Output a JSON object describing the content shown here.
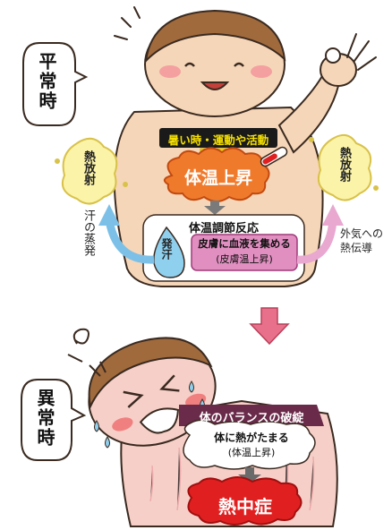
{
  "normal": {
    "state_label": "平常時",
    "trigger": "暑い時・運動や活動",
    "result": "体温上昇",
    "regulation_title": "体温調節反応",
    "sweat": "発汗",
    "skin_blood_line1": "皮膚に血液を集める",
    "skin_blood_line2": "(皮膚温上昇)",
    "heat_radiation_left": "熱放射",
    "heat_radiation_right": "熱放射",
    "evaporation": "汗の蒸発",
    "conduction_line1": "外気への",
    "conduction_line2": "熱伝導"
  },
  "abnormal": {
    "state_label": "異常時",
    "imbalance": "体のバランスの破綻",
    "heat_buildup_line1": "体に熱がたまる",
    "heat_buildup_line2": "(体温上昇)",
    "outcome": "熱中症"
  },
  "colors": {
    "skin": "#f6d6b8",
    "hair": "#a06a3c",
    "arrow_yellow": "#f7e100",
    "fire_orange": "#f07a2c",
    "sweat_blue": "#8fd0ee",
    "pink_box": "#e08fc0",
    "dark_purple": "#6a2a4a",
    "heatstroke_red": "#e02020",
    "pink_arrow": "#e8708a",
    "blue_arrow": "#7cc0e8",
    "radiation_yellow": "#fbf3a8"
  }
}
